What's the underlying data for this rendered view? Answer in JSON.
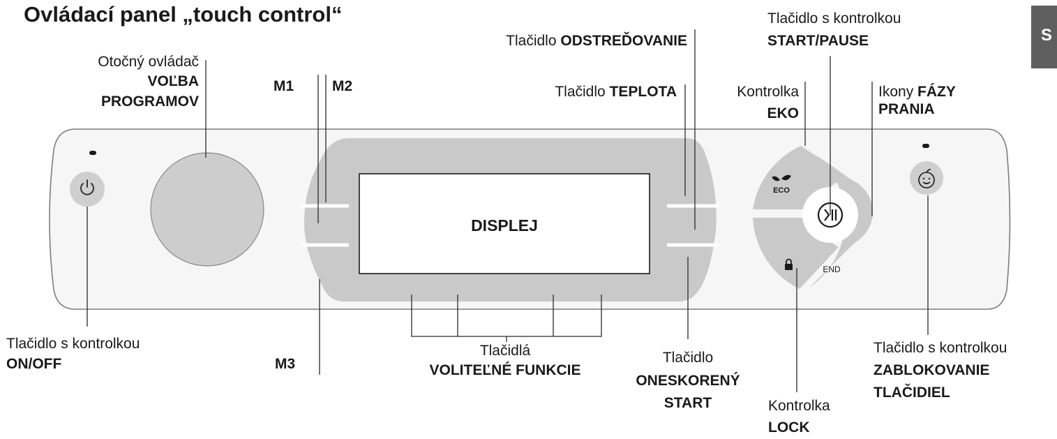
{
  "title": "Ovládací panel „touch control“",
  "side_tab": "S",
  "colors": {
    "panel_fill": "#f6f6f6",
    "panel_stroke": "#7c7c7c",
    "zone_fill": "#c9c9c9",
    "display_fill": "#ffffff",
    "knob_fill": "#cdcdcd",
    "button_fill": "#cfcfcf",
    "tab_fill": "#5f5f5f"
  },
  "display_label": "DISPLEJ",
  "icons": {
    "eco_text": "ECO",
    "end_text": "END"
  },
  "labels": {
    "program_knob": {
      "line1": "Otočný ovládač",
      "line2": "VOĽBA",
      "line3": "PROGRAMOV"
    },
    "m1": "M1",
    "m2": "M2",
    "m3": "M3",
    "spin": {
      "prefix": "Tlačidlo ",
      "bold": "ODSTREĎOVANIE"
    },
    "temperature": {
      "prefix": "Tlačidlo ",
      "bold": "TEPLOTA"
    },
    "eco": {
      "line1": "Kontrolka",
      "line2": "EKO"
    },
    "start_pause": {
      "line1": "Tlačidlo s kontrolkou",
      "line2": "START/PAUSE"
    },
    "phases": {
      "prefix": "Ikony ",
      "bold1": "FÁZY",
      "bold2": "PRANIA"
    },
    "on_off": {
      "line1": "Tlačidlo s kontrolkou",
      "line2": "ON/OFF"
    },
    "options": {
      "line1": "Tlačidlá",
      "line2": "VOLITEĽNÉ FUNKCIE"
    },
    "delay_start": {
      "line1": "Tlačidlo",
      "line2": "ONESKORENÝ",
      "line3": "START"
    },
    "lock": {
      "line1": "Kontrolka",
      "line2": "LOCK"
    },
    "child_lock": {
      "line1": "Tlačidlo s kontrolkou",
      "line2": "ZABLOKOVANIE",
      "line3": "TLAČIDIEL"
    }
  }
}
